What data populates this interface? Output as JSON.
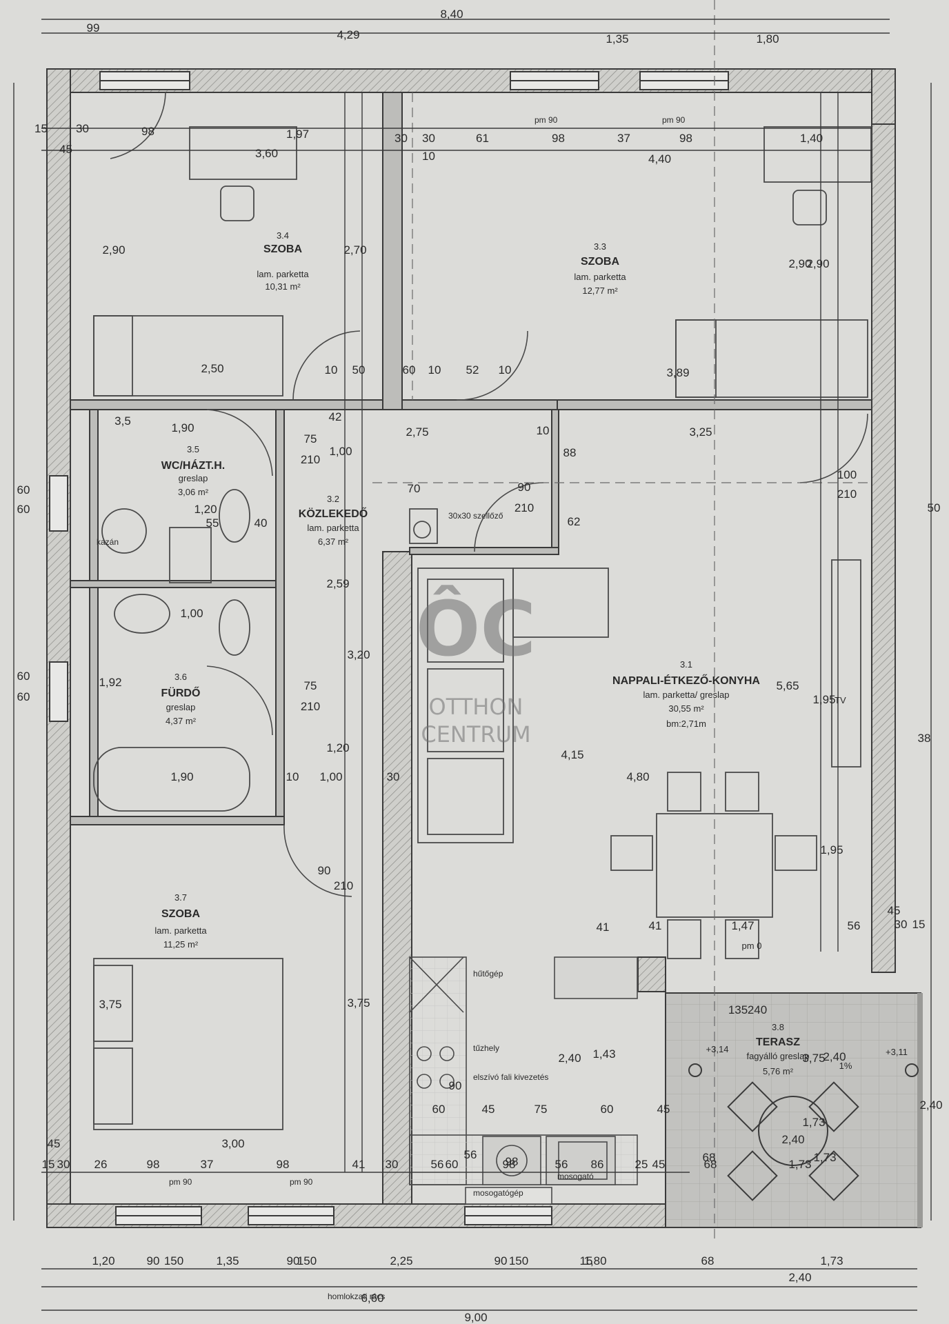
{
  "watermark": {
    "logo": "ÔC",
    "line1": "OTTHON",
    "line2": "CENTRUM"
  },
  "rooms": [
    {
      "id": "3.1",
      "name": "NAPPALI-ÉTKEZŐ-KONYHA",
      "floor": "lam. parketta/ greslap",
      "area": "30,55 m²",
      "height": "bm:2,71m"
    },
    {
      "id": "3.2",
      "name": "KÖZLEKEDŐ",
      "floor": "lam. parketta",
      "area": "6,37 m²"
    },
    {
      "id": "3.3",
      "name": "SZOBA",
      "floor": "lam. parketta",
      "area": "12,77 m²"
    },
    {
      "id": "3.4",
      "name": "SZOBA",
      "floor": "lam. parketta",
      "area": "10,31 m²"
    },
    {
      "id": "3.5",
      "name": "WC/HÁZT.H.",
      "floor": "greslap",
      "area": "3,06 m²"
    },
    {
      "id": "3.6",
      "name": "FÜRDŐ",
      "floor": "greslap",
      "area": "4,37 m²"
    },
    {
      "id": "3.7",
      "name": "SZOBA",
      "floor": "lam. parketta",
      "area": "11,25 m²"
    },
    {
      "id": "3.8",
      "name": "TERASZ",
      "floor": "fagyálló greslap",
      "area": "5,76 m²"
    }
  ],
  "dims_top": {
    "total": "8,40",
    "a": "99",
    "b": "4,29",
    "c": "1,35",
    "d": "1,80",
    "row2": [
      "15",
      "30",
      "98",
      "1,97",
      "30",
      "30",
      "61",
      "98",
      "37",
      "98",
      "1,40"
    ],
    "row3": [
      "45",
      "3,60",
      "10",
      "4,40"
    ],
    "pm1": "pm 90",
    "pm2": "pm 90",
    "win": [
      "90",
      "150",
      "240",
      "15",
      "90",
      "150",
      "90",
      "150"
    ]
  },
  "dims_bottom": {
    "row1": [
      "1,20",
      "90",
      "150",
      "1,35",
      "90",
      "150",
      "2,25",
      "90",
      "150",
      "1,80",
      "15",
      "68",
      "1,73"
    ],
    "row2": [
      "6,60",
      "2,40"
    ],
    "total": "9,00",
    "note": "homlokzati rács",
    "row_inner": [
      "45",
      "3,00",
      "15",
      "30",
      "26",
      "98",
      "37",
      "98",
      "41",
      "30",
      "56",
      "60",
      "98",
      "56",
      "86",
      "25",
      "45",
      "68",
      "1,73"
    ],
    "pm1": "pm 90",
    "pm2": "pm 90"
  },
  "dims_interior": [
    "2,90",
    "2,70",
    "2,90",
    "2,90",
    "2,50",
    "3,89",
    "10",
    "50",
    "60",
    "10",
    "52",
    "10",
    "1,90",
    "3,5",
    "75",
    "210",
    "42",
    "1,00",
    "2,75",
    "10",
    "3,25",
    "100",
    "210",
    "1,20",
    "55",
    "40",
    "70",
    "90",
    "210",
    "2,59",
    "62",
    "88",
    "1,00",
    "1,92",
    "75",
    "210",
    "3,20",
    "4,15",
    "4,80",
    "1,90",
    "10",
    "1,00",
    "30",
    "1,20",
    "90",
    "210",
    "3,75",
    "3,75",
    "3,75",
    "2,40",
    "1,95",
    "1,95",
    "5,65",
    "45",
    "30",
    "15",
    "41",
    "1,47",
    "56",
    "135",
    "240",
    "1,43",
    "2,40",
    "90",
    "45",
    "75",
    "60",
    "60",
    "56",
    "98",
    "2,40",
    "1,73",
    "1,73",
    "2,40",
    "68",
    "45",
    "41",
    "50",
    "38",
    "60",
    "60",
    "60",
    "60"
  ],
  "levels": {
    "pm0": "pm 0",
    "t1": "+3,14",
    "t2": "+3,11",
    "slope": "1%"
  },
  "fixtures": {
    "fridge": "hűtőgép",
    "stove": "tűzhely",
    "hood": "elszívó\nfali kivezetés",
    "dishwasher": "mosogatógép",
    "sink": "mosogató",
    "tv": "TV",
    "heater": "kazán",
    "vent": "30x30 szellőző"
  }
}
